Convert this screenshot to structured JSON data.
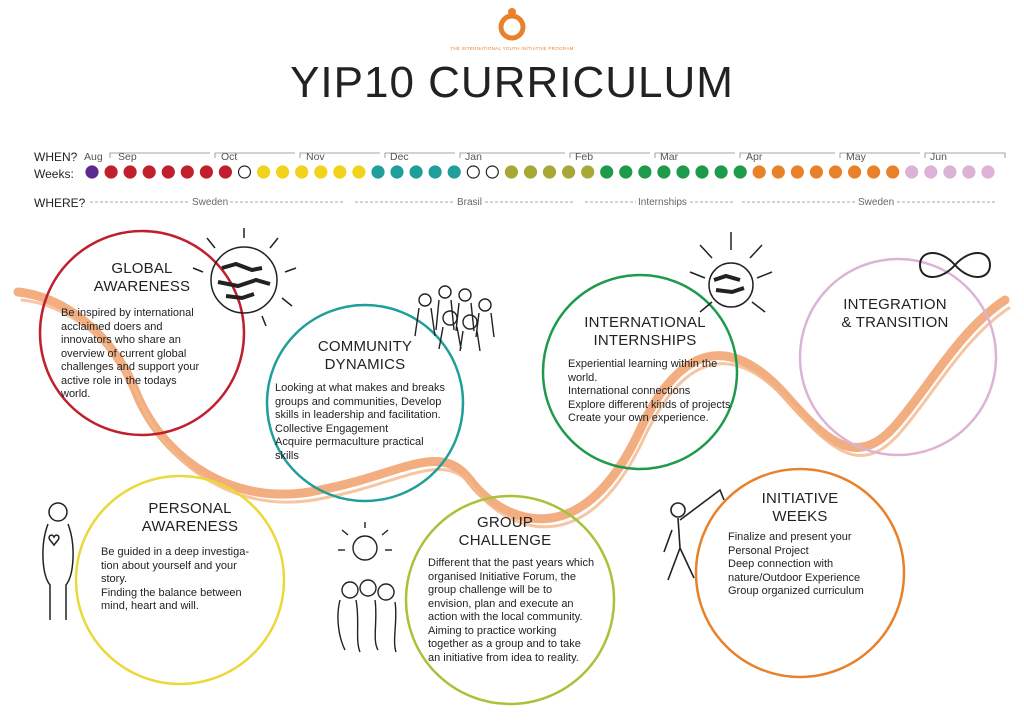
{
  "header": {
    "logo_text": "THE INTERNATIONAL YOUTH INITIATIVE PROGRAM",
    "title": "YIP10 CURRICULUM"
  },
  "timeline": {
    "when_label": "WHEN?",
    "weeks_label": "Weeks:",
    "where_label": "WHERE?",
    "months": [
      "Aug",
      "Sep",
      "Oct",
      "Nov",
      "Dec",
      "Jan",
      "Feb",
      "Mar",
      "Apr",
      "May",
      "Jun"
    ],
    "locations": [
      "Sweden",
      "Brasil",
      "Internships",
      "Sweden"
    ],
    "week_colors": [
      "#5b2a8c",
      "#c0202e",
      "#c0202e",
      "#c0202e",
      "#c0202e",
      "#c0202e",
      "#c0202e",
      "#c0202e",
      "#ffffff",
      "#f2d21b",
      "#f2d21b",
      "#f2d21b",
      "#f2d21b",
      "#f2d21b",
      "#f2d21b",
      "#1f9e9a",
      "#1f9e9a",
      "#1f9e9a",
      "#1f9e9a",
      "#1f9e9a",
      "#ffffff",
      "#ffffff",
      "#a8a837",
      "#a8a837",
      "#a8a837",
      "#a8a837",
      "#a8a837",
      "#1e9a4b",
      "#1e9a4b",
      "#1e9a4b",
      "#1e9a4b",
      "#1e9a4b",
      "#1e9a4b",
      "#1e9a4b",
      "#1e9a4b",
      "#e8822a",
      "#e8822a",
      "#e8822a",
      "#e8822a",
      "#e8822a",
      "#e8822a",
      "#e8822a",
      "#e8822a",
      "#dcb3d6",
      "#dcb3d6",
      "#dcb3d6",
      "#dcb3d6",
      "#dcb3d6"
    ],
    "accent_colors": {
      "global_awareness": "#c0202e",
      "personal_awareness": "#ecd83a",
      "community_dynamics": "#1f9e9a",
      "group_challenge": "#a8c23a",
      "international_internships": "#1e9a4b",
      "initiative_weeks": "#e8822a",
      "integration_transition": "#dcb3d6",
      "ribbon": "#f0a06a"
    }
  },
  "modules": {
    "global_awareness": {
      "title_1": "GLOBAL",
      "title_2": "AWARENESS",
      "body_1": "Be inspired by international",
      "body_2": "acclaimed doers and",
      "body_3": "innovators who share an",
      "body_4": "overview of current global",
      "body_5": "challenges and support your",
      "body_6": "active role in the todays",
      "body_7": "world."
    },
    "community_dynamics": {
      "title_1": "COMMUNITY",
      "title_2": "DYNAMICS",
      "body_1": "Looking at what makes and breaks",
      "body_2": "groups and communities, Develop",
      "body_3": "skills in leadership and facilitation.",
      "body_4": "Collective Engagement",
      "body_5": "Acquire permaculture practical",
      "body_6": "skills"
    },
    "international_internships": {
      "title_1": "INTERNATIONAL",
      "title_2": "INTERNSHIPS",
      "body_1": "Experiential learning within the",
      "body_2": "world.",
      "body_3": "International connections",
      "body_4": "Explore different kinds of projects",
      "body_5": "Create your own experience."
    },
    "integration_transition": {
      "title_1": "INTEGRATION",
      "title_2": "& TRANSITION"
    },
    "personal_awareness": {
      "title_1": "PERSONAL",
      "title_2": "AWARENESS",
      "body_1": "Be guided in a deep investiga-",
      "body_2": "tion about yourself and your",
      "body_3": "story.",
      "body_4": "Finding the balance between",
      "body_5": "mind, heart and will."
    },
    "group_challenge": {
      "title_1": "GROUP",
      "title_2": "CHALLENGE",
      "body_1": "Different that the past years which",
      "body_2": "organised Initiative Forum, the",
      "body_3": "group challenge will be to",
      "body_4": "envision, plan and execute an",
      "body_5": "action with the local community.",
      "body_6": "Aiming to practice working",
      "body_7": "together as a group and to take",
      "body_8": "an initiative from idea to reality."
    },
    "initiative_weeks": {
      "title_1": "INITIATIVE",
      "title_2": "WEEKS",
      "body_1": "Finalize and present your",
      "body_2": "Personal Project",
      "body_3": "Deep connection with",
      "body_4": "nature/Outdoor Experience",
      "body_5": "Group organized curriculum"
    }
  }
}
